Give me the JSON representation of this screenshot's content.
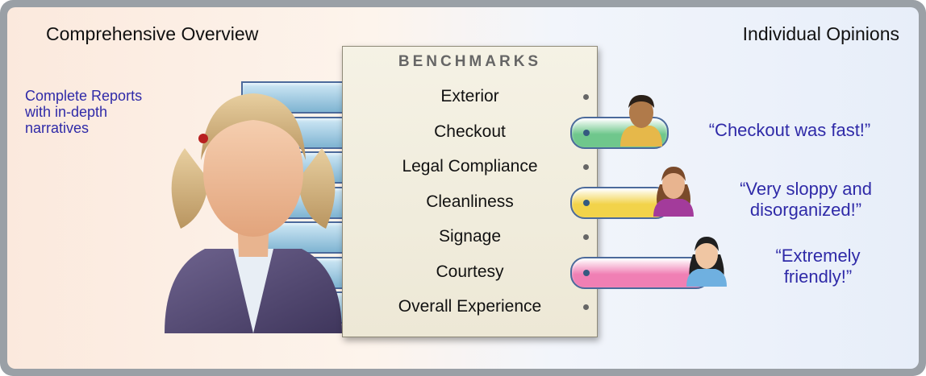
{
  "left_title": "Comprehensive Overview",
  "right_title": "Individual Opinions",
  "left_note": [
    "Complete Reports",
    "with in-depth",
    "narratives"
  ],
  "benchmarks_title": "BENCHMARKS",
  "benchmarks": [
    "Exterior",
    "Checkout",
    "Legal Compliance",
    "Cleanliness",
    "Signage",
    "Courtesy",
    "Overall Experience"
  ],
  "opinions": [
    {
      "benchmark": "Checkout",
      "quote_lines": [
        "“Checkout was fast!”"
      ],
      "color": "#6fc78c"
    },
    {
      "benchmark": "Cleanliness",
      "quote_lines": [
        "“Very sloppy and",
        "disorganized!”"
      ],
      "color": "#f2d34a"
    },
    {
      "benchmark": "Courtesy",
      "quote_lines": [
        "“Extremely",
        "friendly!”"
      ],
      "color": "#f07fb4"
    }
  ],
  "colors": {
    "accent_text": "#2f2aa8",
    "left_tab": "#7fb4d2",
    "frame": "#9aa0a6"
  },
  "icons": {
    "reviewer_large": "female-user-avatar",
    "opinion_avatars": [
      "male-user-avatar",
      "female-user-avatar",
      "female-user-avatar"
    ]
  }
}
